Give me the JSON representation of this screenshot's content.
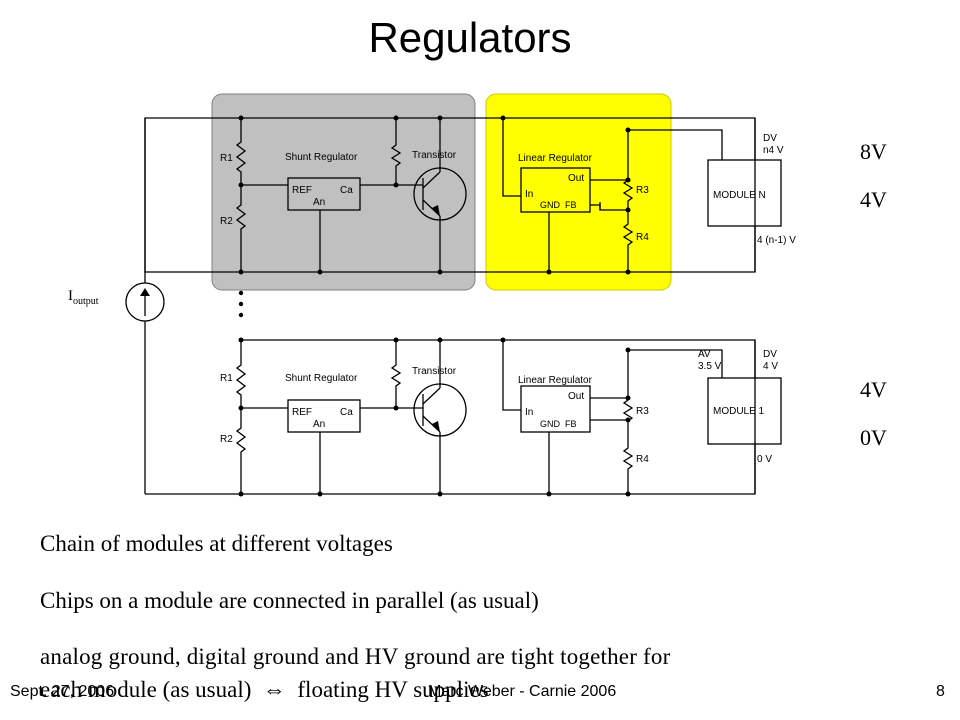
{
  "title": "Regulators",
  "voltages": {
    "top_high": "8V",
    "top_low": "4V",
    "bottom_high": "4V",
    "bottom_low": "0V"
  },
  "diagram": {
    "current_source": "I",
    "current_source_sub": "output",
    "top": {
      "r1": "R1",
      "r2": "R2",
      "shunt_title": "Shunt Regulator",
      "shunt_ref": "REF",
      "shunt_ca": "Ca",
      "shunt_an": "An",
      "transistor": "Transistor",
      "linear_title": "Linear Regulator",
      "linear_out": "Out",
      "linear_in": "In",
      "linear_gnd_fb": "GND  FB",
      "r3": "R3",
      "r4": "R4",
      "module": "MODULE N",
      "dv_label": "DV",
      "dv_value": "n4 V",
      "bottom_voltage": "4 (n-1) V"
    },
    "bottom": {
      "r1": "R1",
      "r2": "R2",
      "shunt_title": "Shunt Regulator",
      "shunt_ref": "REF",
      "shunt_ca": "Ca",
      "shunt_an": "An",
      "transistor": "Transistor",
      "linear_title": "Linear Regulator",
      "linear_out": "Out",
      "linear_in": "In",
      "linear_gnd_fb": "GND  FB",
      "r3": "R3",
      "r4": "R4",
      "module": "MODULE 1",
      "av_label": "AV",
      "av_value": "3.5 V",
      "dv_label": "DV",
      "dv_value": "4 V",
      "bottom_voltage": "0 V"
    }
  },
  "bullets": [
    "Chain of modules at different voltages",
    "Chips on a module are connected in parallel (as usual)",
    "analog ground, digital ground and HV ground are tight together for",
    "each module (as usual)  ⇔  floating HV supplies"
  ],
  "footer": {
    "date": "Sept. 27, 2006",
    "author": "Marc Weber - Carnie 2006",
    "page": "8"
  },
  "colors": {
    "shunt_box": "#c0c0c0",
    "linear_box": "#ffff00"
  }
}
